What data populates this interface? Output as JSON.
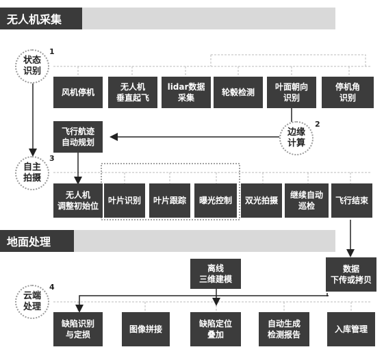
{
  "sections": {
    "drone": "无人机采集",
    "ground": "地面处理"
  },
  "circles": {
    "state": {
      "label": "状态\n识别",
      "num": "1"
    },
    "edge": {
      "label": "边缘\n计算",
      "num": "2"
    },
    "auto": {
      "label": "自主\n拍摄",
      "num": "3"
    },
    "cloud": {
      "label": "云端\n处理",
      "num": "4"
    }
  },
  "boxes": {
    "fan_stop": "风机停机",
    "drone_vertical": "无人机\n垂直起飞",
    "lidar": "lidar数据\n采集",
    "hub_detect": "轮毂检测",
    "blade_direction": "叶面朝向\n识别",
    "stop_angle": "停机角\n识别",
    "flight_plan": "飞行航迹\n自动规划",
    "init_pos": "无人机\n调整初始位",
    "blade_id": "叶片识别",
    "blade_track": "叶片跟踪",
    "exposure": "曝光控制",
    "dual_shoot": "双光拍摄",
    "auto_patrol": "继续自动\n巡检",
    "flight_end": "飞行结束",
    "offline_3d": "离线\n三维建模",
    "data_download": "数据\n下传或拷贝",
    "defect_locate": "缺陷识别\n与定损",
    "image_stitch": "图像拼接",
    "defect_overlay": "缺陷定位\n叠加",
    "report": "自动生成\n检测报告",
    "storage": "入库管理"
  }
}
